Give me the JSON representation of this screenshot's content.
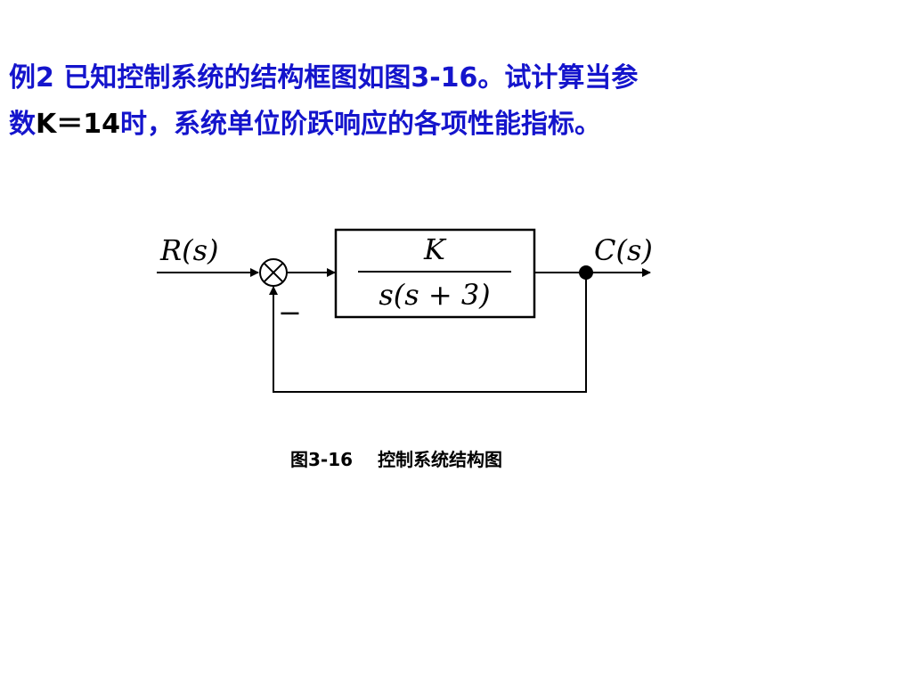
{
  "problem": {
    "line1": "例2 已知控制系统的结构框图如图3-16。试计算当参",
    "line2_prefix": "数",
    "line2_param": "K＝14",
    "line2_suffix": "时，系统单位阶跃响应的各项性能指标。"
  },
  "diagram": {
    "input_label": "R(s)",
    "output_label": "C(s)",
    "block_numerator": "K",
    "block_denominator": "s(s + 3)",
    "feedback_sign": "−"
  },
  "caption": {
    "figure_number": "图3-16",
    "figure_title": "控制系统结构图"
  }
}
